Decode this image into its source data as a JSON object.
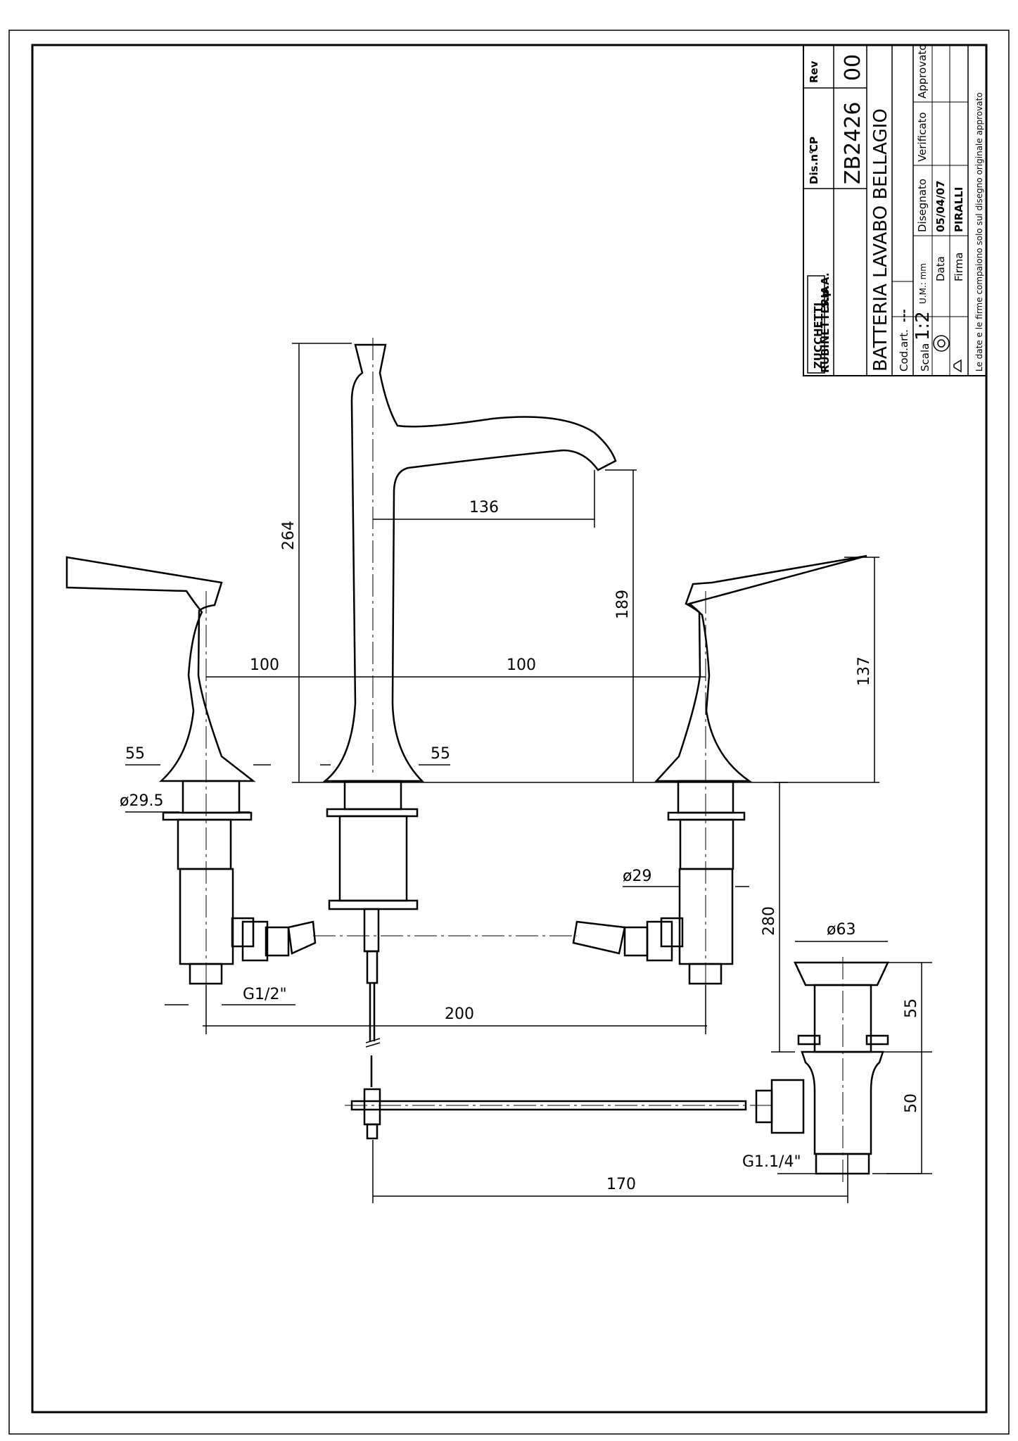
{
  "title_block": {
    "company_logo": "ZUCCHETTI",
    "company": "RUBINETTERIA",
    "company_suffix": "S.p.A.",
    "dis_label": "Dis.n°",
    "dis_code": "CP",
    "drawing_number": "ZB2426",
    "rev_label": "Rev",
    "rev_value": "00",
    "description": "BATTERIA LAVABO BELLAGIO",
    "cod_art_label": "Cod.art.",
    "cod_art_value": "---",
    "scale_label": "Scala",
    "scale_value": "1:2",
    "unit_label": "U.M.: mm",
    "drawn_label": "Disegnato",
    "verified_label": "Verificato",
    "approved_label": "Approvato",
    "date_label": "Data",
    "date_value": "05/04/07",
    "signature_label": "Firma",
    "signature_value": "PIRALLI",
    "footer_note": "Le date e le firme compaiono solo sul disegno originale approvato"
  },
  "dimensions": {
    "spout_height": "264",
    "spout_reach": "136",
    "spout_outlet_height": "189",
    "handle_height": "137",
    "left_spacing": "100",
    "right_spacing": "100",
    "left_base": "55",
    "center_base": "55",
    "left_diameter": "ø29.5",
    "right_diameter": "ø29",
    "connection": "G1/2\"",
    "centres": "200",
    "waste_depth": "280",
    "waste_diameter": "ø63",
    "waste_upper": "55",
    "waste_lower": "50",
    "waste_thread": "G1.1/4\"",
    "rod_length": "170"
  }
}
